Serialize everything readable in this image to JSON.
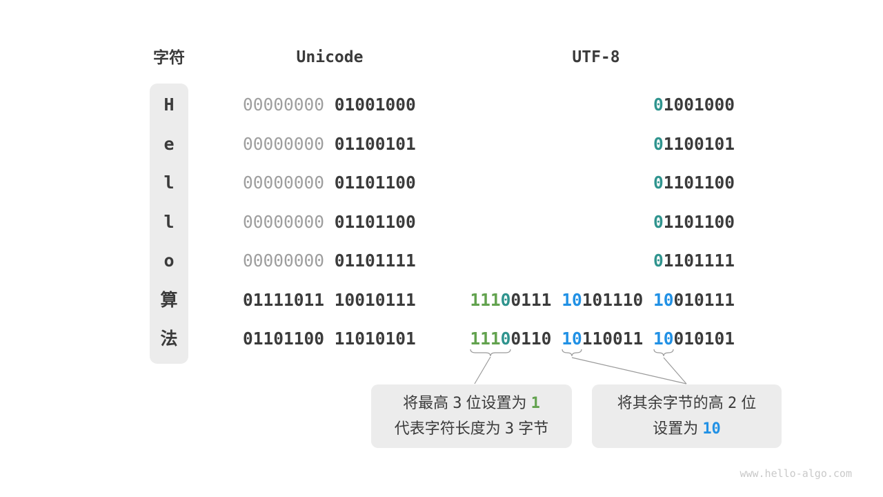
{
  "header": {
    "char_label": "字符",
    "unicode_label": "Unicode",
    "utf8_label": "UTF-8"
  },
  "rows": [
    {
      "char": "H",
      "unicode": [
        {
          "t": "00000000 ",
          "c": "gray"
        },
        {
          "t": "01001000",
          "c": "dark"
        }
      ],
      "utf8": [
        {
          "t": "0",
          "c": "teal"
        },
        {
          "t": "1001000",
          "c": "dark"
        }
      ]
    },
    {
      "char": "e",
      "unicode": [
        {
          "t": "00000000 ",
          "c": "gray"
        },
        {
          "t": "01100101",
          "c": "dark"
        }
      ],
      "utf8": [
        {
          "t": "0",
          "c": "teal"
        },
        {
          "t": "1100101",
          "c": "dark"
        }
      ]
    },
    {
      "char": "l",
      "unicode": [
        {
          "t": "00000000 ",
          "c": "gray"
        },
        {
          "t": "01101100",
          "c": "dark"
        }
      ],
      "utf8": [
        {
          "t": "0",
          "c": "teal"
        },
        {
          "t": "1101100",
          "c": "dark"
        }
      ]
    },
    {
      "char": "l",
      "unicode": [
        {
          "t": "00000000 ",
          "c": "gray"
        },
        {
          "t": "01101100",
          "c": "dark"
        }
      ],
      "utf8": [
        {
          "t": "0",
          "c": "teal"
        },
        {
          "t": "1101100",
          "c": "dark"
        }
      ]
    },
    {
      "char": "o",
      "unicode": [
        {
          "t": "00000000 ",
          "c": "gray"
        },
        {
          "t": "01101111",
          "c": "dark"
        }
      ],
      "utf8": [
        {
          "t": "0",
          "c": "teal"
        },
        {
          "t": "1101111",
          "c": "dark"
        }
      ]
    },
    {
      "char": "算",
      "unicode": [
        {
          "t": "01111011 10010111",
          "c": "dark"
        }
      ],
      "utf8": [
        {
          "t": "111",
          "c": "green"
        },
        {
          "t": "0",
          "c": "teal"
        },
        {
          "t": "0111 ",
          "c": "dark"
        },
        {
          "t": "10",
          "c": "blue"
        },
        {
          "t": "101110 ",
          "c": "dark"
        },
        {
          "t": "10",
          "c": "blue"
        },
        {
          "t": "010111",
          "c": "dark"
        }
      ]
    },
    {
      "char": "法",
      "unicode": [
        {
          "t": "01101100 11010101",
          "c": "dark"
        }
      ],
      "utf8": [
        {
          "t": "111",
          "c": "green"
        },
        {
          "t": "0",
          "c": "teal"
        },
        {
          "t": "0110 ",
          "c": "dark"
        },
        {
          "t": "10",
          "c": "blue"
        },
        {
          "t": "110011 ",
          "c": "dark"
        },
        {
          "t": "10",
          "c": "blue"
        },
        {
          "t": "010101",
          "c": "dark"
        }
      ]
    }
  ],
  "callouts": [
    {
      "lines": [
        [
          {
            "t": "将最高 ",
            "c": "cn"
          },
          {
            "t": "3",
            "c": "num"
          },
          {
            "t": " 位设置为 ",
            "c": "cn"
          },
          {
            "t": "1",
            "c": "green-num"
          }
        ],
        [
          {
            "t": "代表字符长度为 ",
            "c": "cn"
          },
          {
            "t": "3",
            "c": "num"
          },
          {
            "t": " 字节",
            "c": "cn"
          }
        ]
      ]
    },
    {
      "lines": [
        [
          {
            "t": "将其余字节的高 ",
            "c": "cn"
          },
          {
            "t": "2",
            "c": "num"
          },
          {
            "t": " 位",
            "c": "cn"
          }
        ],
        [
          {
            "t": "设置为 ",
            "c": "cn"
          },
          {
            "t": "10",
            "c": "blue-num"
          }
        ]
      ]
    }
  ],
  "watermark": "www.hello-algo.com",
  "colors": {
    "dark": "#3b3b3b",
    "gray_zero": "#9e9e9e",
    "teal": "#2f948e",
    "green": "#62a24e",
    "blue": "#2191e5",
    "box_bg": "#ececec",
    "connector": "#9a9a9a",
    "watermark": "#c9c9c9"
  }
}
